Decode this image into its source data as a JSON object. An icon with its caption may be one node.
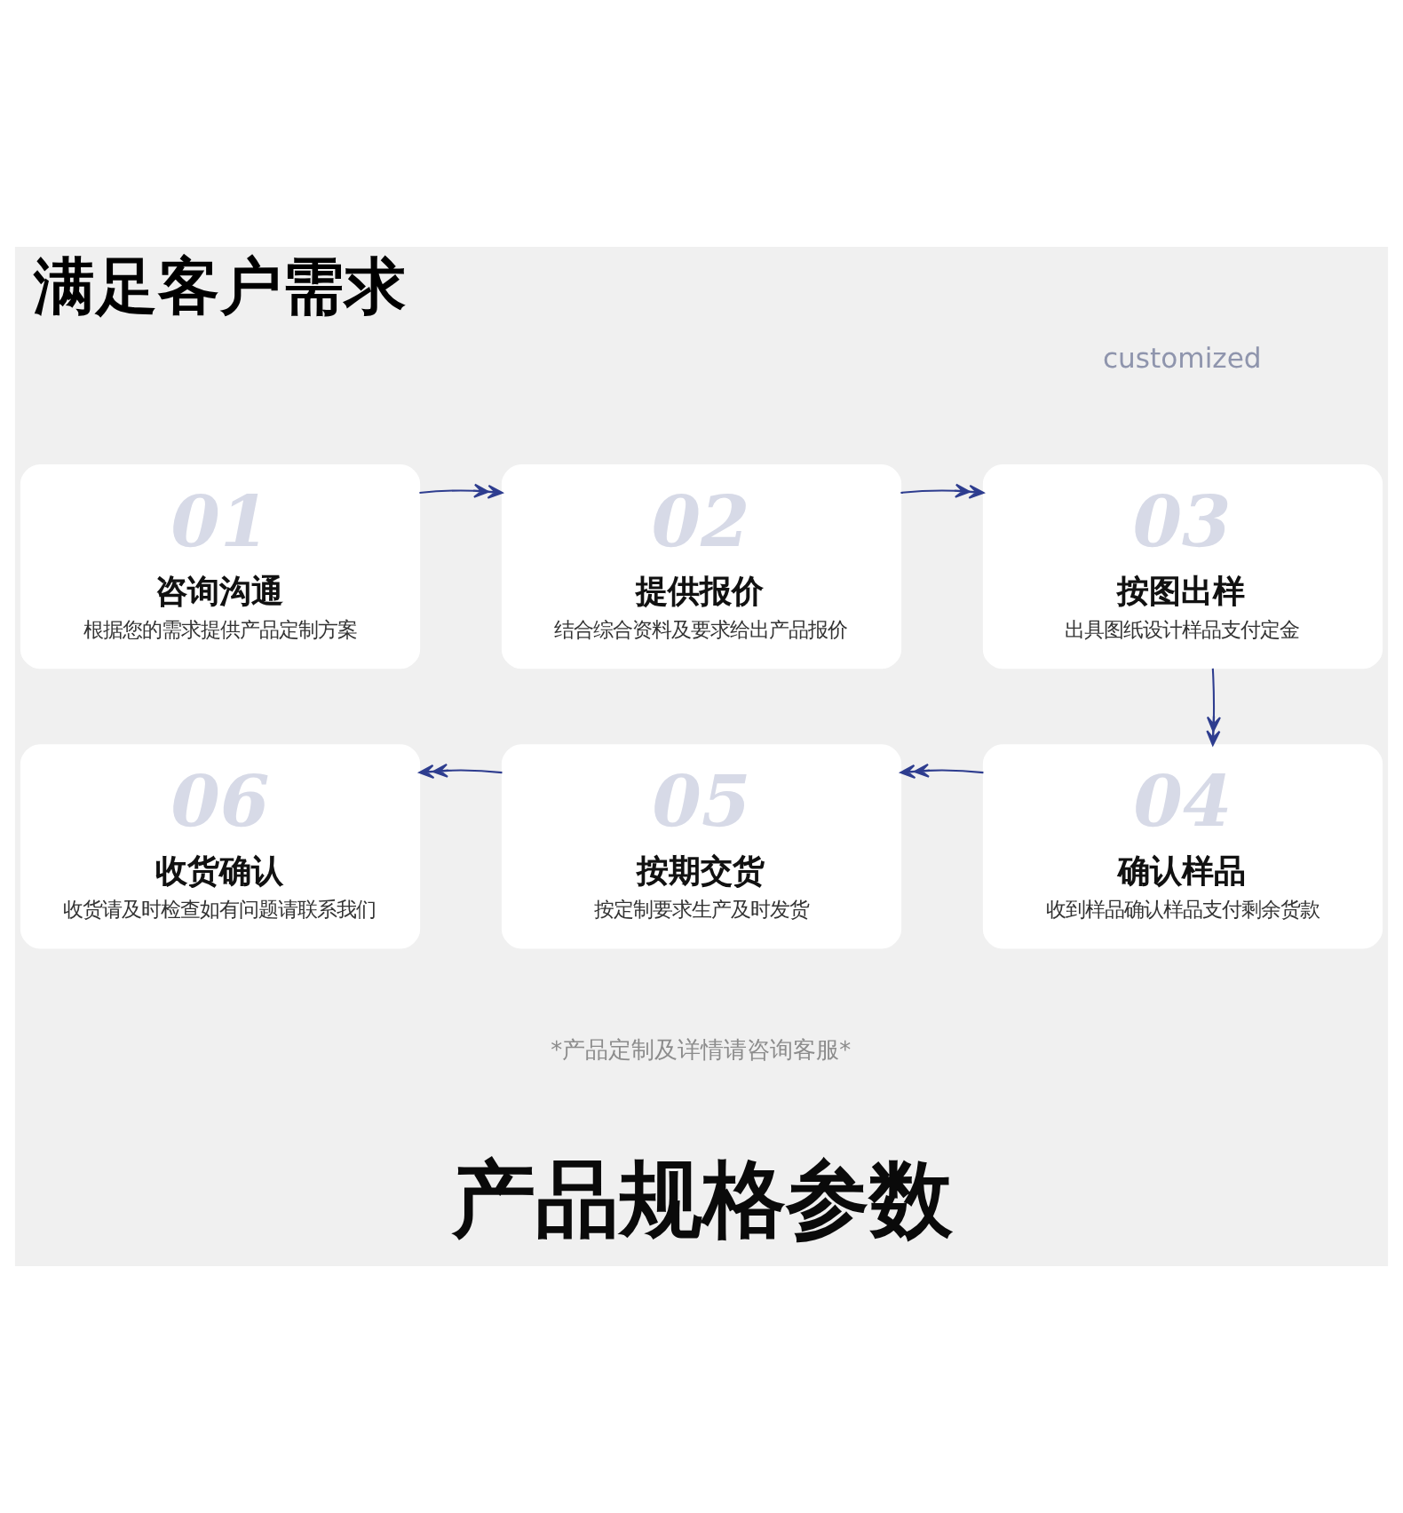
{
  "diagram": {
    "title": "满足客户需求",
    "nodes": [
      {
        "text": [
          "01",
          "咨询沟通",
          "根据您的需求提供产品定制方案"
        ]
      },
      {
        "text": [
          "02",
          "提供报价",
          "结合综合资料及要求给出产品报价"
        ]
      },
      {
        "text": [
          "03",
          "按图出样",
          "出具图纸设计样品支付定金"
        ]
      },
      {
        "text": [
          "06",
          "收货确认",
          "收货请及时检查如有问题请联系我们"
        ]
      },
      {
        "text": [
          "05",
          "按期交货",
          "按定制要求生产及时发货"
        ]
      },
      {
        "text": [
          "04",
          "确认样品",
          "收到样品确认样品支付剩余货款"
        ]
      }
    ],
    "edges": [
      {
        "from": 0,
        "to": 1,
        "arrow": "to"
      },
      {
        "from": 1,
        "to": 2,
        "arrow": "to"
      },
      {
        "from": 2,
        "to": 5,
        "arrow": "to"
      },
      {
        "from": 5,
        "to": 4,
        "arrow": "to"
      },
      {
        "from": 4,
        "to": 3,
        "arrow": "to"
      }
    ],
    "labels": [
      "customized",
      "*产品定制及详情请咨询客服*",
      "产品规格参数"
    ]
  }
}
